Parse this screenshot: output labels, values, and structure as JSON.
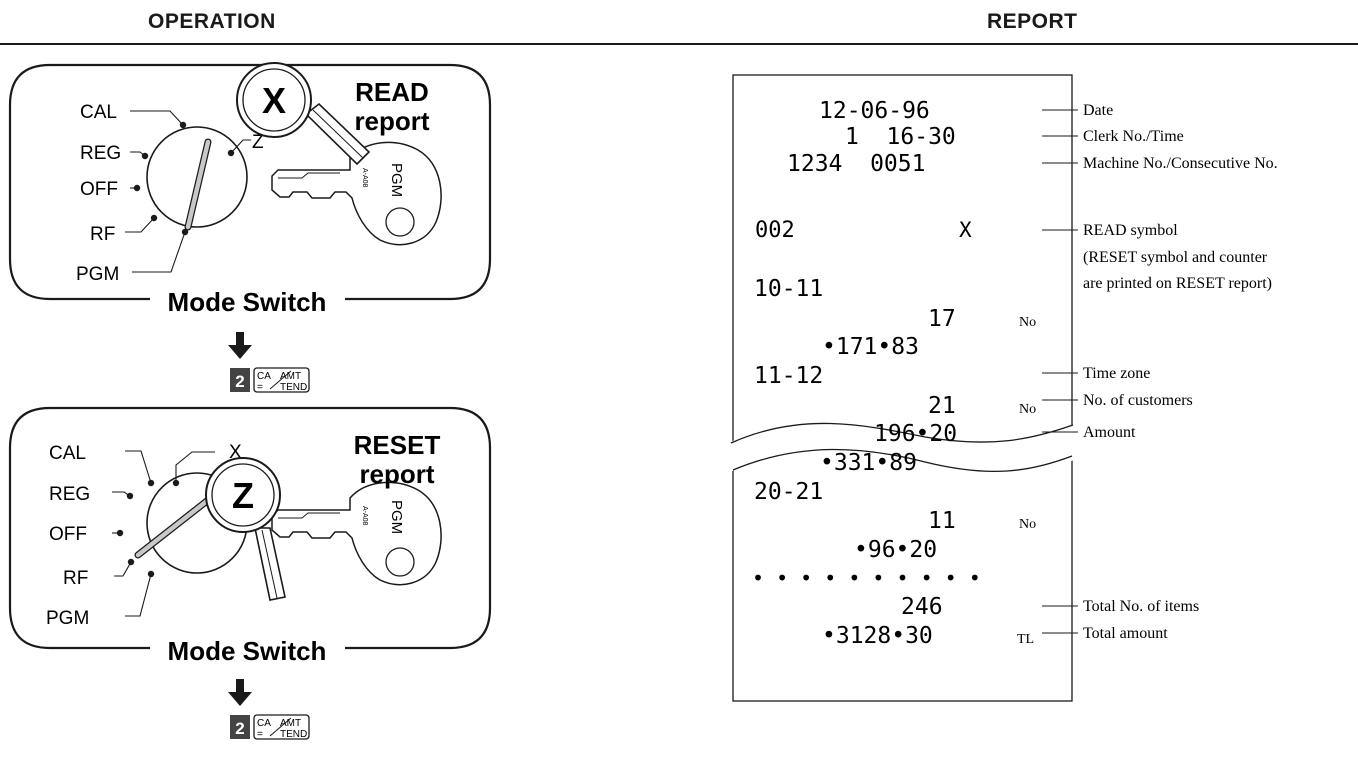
{
  "headers": {
    "operation": "OPERATION",
    "report": "REPORT"
  },
  "panels": [
    {
      "magnifier_letter": "X",
      "labels": {
        "cal": "CAL",
        "reg": "REG",
        "off": "OFF",
        "rf": "RF",
        "pgm": "PGM",
        "side": "Z"
      },
      "title_line1": "READ",
      "title_line2": "report",
      "caption": "Mode Switch",
      "key_text_main": "PGM",
      "key_text_small": "A-A08"
    },
    {
      "magnifier_letter": "Z",
      "labels": {
        "cal": "CAL",
        "reg": "REG",
        "off": "OFF",
        "rf": "RF",
        "pgm": "PGM",
        "side": "X"
      },
      "title_line1": "RESET",
      "title_line2": "report",
      "caption": "Mode Switch",
      "key_text_main": "PGM",
      "key_text_small": "A-A08"
    }
  ],
  "key_sequences": [
    {
      "digit": "2",
      "key_top": "CA",
      "key_right": "AMT",
      "key_eq": "=",
      "key_bottom": "TEND"
    },
    {
      "digit": "2",
      "key_top": "CA",
      "key_right": "AMT",
      "key_eq": "=",
      "key_bottom": "TEND"
    }
  ],
  "receipt": {
    "lines": [
      {
        "text": "12-06-96"
      },
      {
        "text": "1  16-30"
      },
      {
        "text": "1234  0051"
      },
      {
        "text": "002"
      },
      {
        "text": "X"
      },
      {
        "text": "10-11"
      },
      {
        "text": "17"
      },
      {
        "text": "No"
      },
      {
        "text": "•171•83"
      },
      {
        "text": "11-12"
      },
      {
        "text": "21"
      },
      {
        "text": "No"
      },
      {
        "text": "196•20"
      },
      {
        "text": "•331•89"
      },
      {
        "text": "20-21"
      },
      {
        "text": "11"
      },
      {
        "text": "No"
      },
      {
        "text": "•96•20"
      },
      {
        "text": "• • • • • • • • • •"
      },
      {
        "text": "246"
      },
      {
        "text": "•3128•30"
      },
      {
        "text": "TL"
      }
    ]
  },
  "annotations": [
    {
      "text": "Date"
    },
    {
      "text": "Clerk No./Time"
    },
    {
      "text": "Machine No./Consecutive No."
    },
    {
      "text": "READ symbol"
    },
    {
      "text": "(RESET symbol and counter"
    },
    {
      "text": "are printed on RESET report)"
    },
    {
      "text": "Time zone"
    },
    {
      "text": "No. of customers"
    },
    {
      "text": "Amount"
    },
    {
      "text": "Total No. of items"
    },
    {
      "text": "Total amount"
    }
  ]
}
